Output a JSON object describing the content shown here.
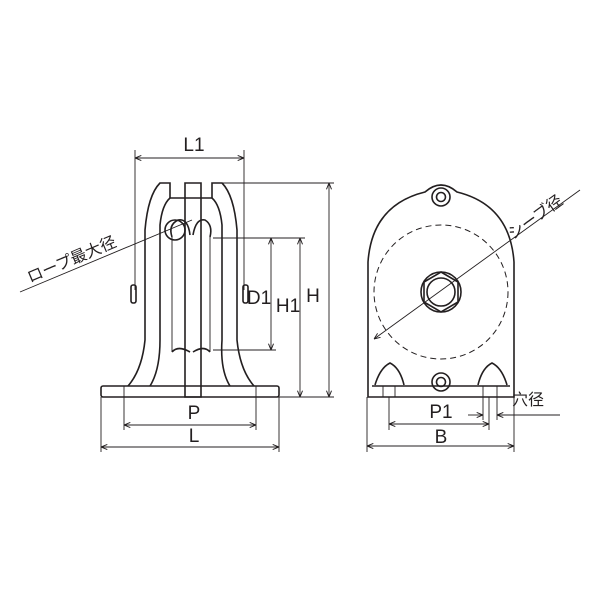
{
  "labels": {
    "L1": "L1",
    "H": "H",
    "H1": "H1",
    "D1": "D1",
    "P": "P",
    "L": "L",
    "P1": "P1",
    "B": "B",
    "rope_max_diameter": "ロープ最大径",
    "sheave_diameter": "シーブ径",
    "hole_diameter": "穴径"
  },
  "colors": {
    "line": "#231f20",
    "background": "#ffffff"
  }
}
